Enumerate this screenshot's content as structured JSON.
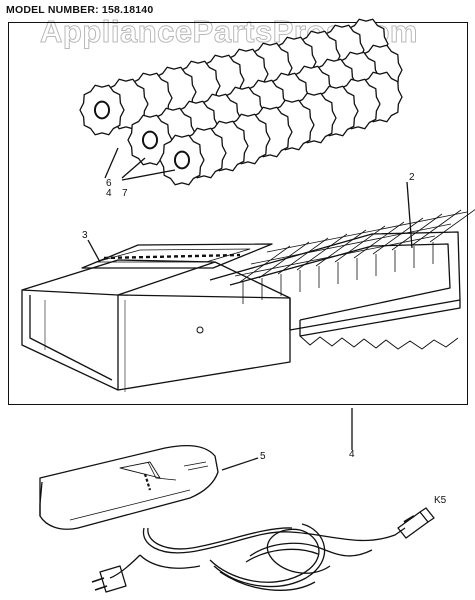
{
  "header": {
    "model_number": "MODEL NUMBER: 158.18140"
  },
  "watermark": {
    "text": "AppliancePartsPros.com"
  },
  "callouts": {
    "c6": "6",
    "c4": "4",
    "c7": "7",
    "c2": "2",
    "c3": "3",
    "c4b": "4",
    "c5": "5",
    "k5": "K5"
  },
  "colors": {
    "ink": "#111111",
    "paper": "#ffffff",
    "watermark_stroke": "#b9b9b9"
  }
}
